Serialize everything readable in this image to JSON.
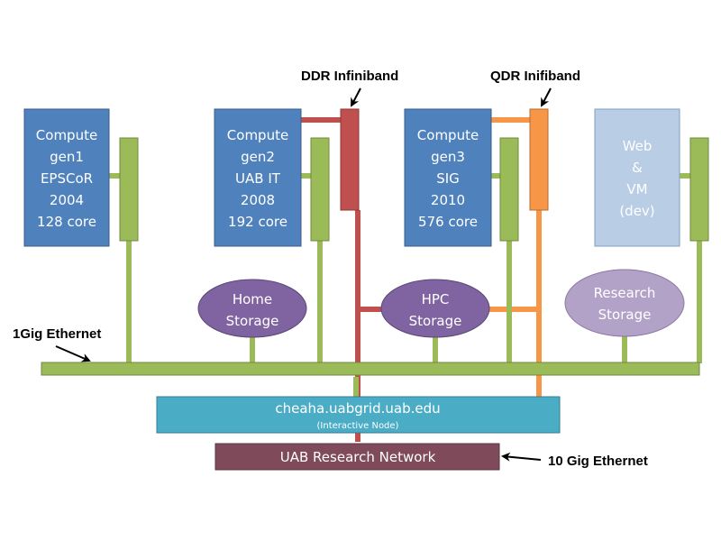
{
  "colors": {
    "compute_box": "#4f81bd",
    "compute_box_border": "#385d8a",
    "web_box": "#b9cde5",
    "web_box_border": "#7f9fc6",
    "ethernet_green": "#9bbb59",
    "ethernet_green_border": "#71893f",
    "ddr_red": "#c0504d",
    "qdr_orange": "#f79646",
    "storage_purple": "#8064a2",
    "research_storage_purple": "#b3a2c7",
    "cheaha_cyan": "#4bacc6",
    "research_network_maroon": "#7f4a5a"
  },
  "compute_nodes": [
    {
      "name": "Compute gen1",
      "lines": [
        "Compute",
        "gen1",
        "EPSCoR",
        "2004",
        "128 core"
      ]
    },
    {
      "name": "Compute gen2",
      "lines": [
        "Compute",
        "gen2",
        "UAB IT",
        "2008",
        "192 core"
      ]
    },
    {
      "name": "Compute gen3",
      "lines": [
        "Compute",
        "gen3",
        "SIG",
        "2010",
        "576 core"
      ]
    },
    {
      "name": "Web VM",
      "lines": [
        "Web",
        "&",
        "VM",
        "(dev)"
      ]
    }
  ],
  "storage": [
    {
      "lines": [
        "Home",
        "Storage"
      ]
    },
    {
      "lines": [
        "HPC",
        "Storage"
      ]
    },
    {
      "lines": [
        "Research",
        "Storage"
      ]
    }
  ],
  "cheaha": {
    "title": "cheaha.uabgrid.uab.edu",
    "subtitle": "(Interactive Node)"
  },
  "research_network": {
    "label": "UAB Research Network"
  },
  "labels": {
    "ddr": "DDR Infiniband",
    "qdr": "QDR Inifiband",
    "gig1": "1Gig Ethernet",
    "gig10": "10 Gig Ethernet"
  }
}
